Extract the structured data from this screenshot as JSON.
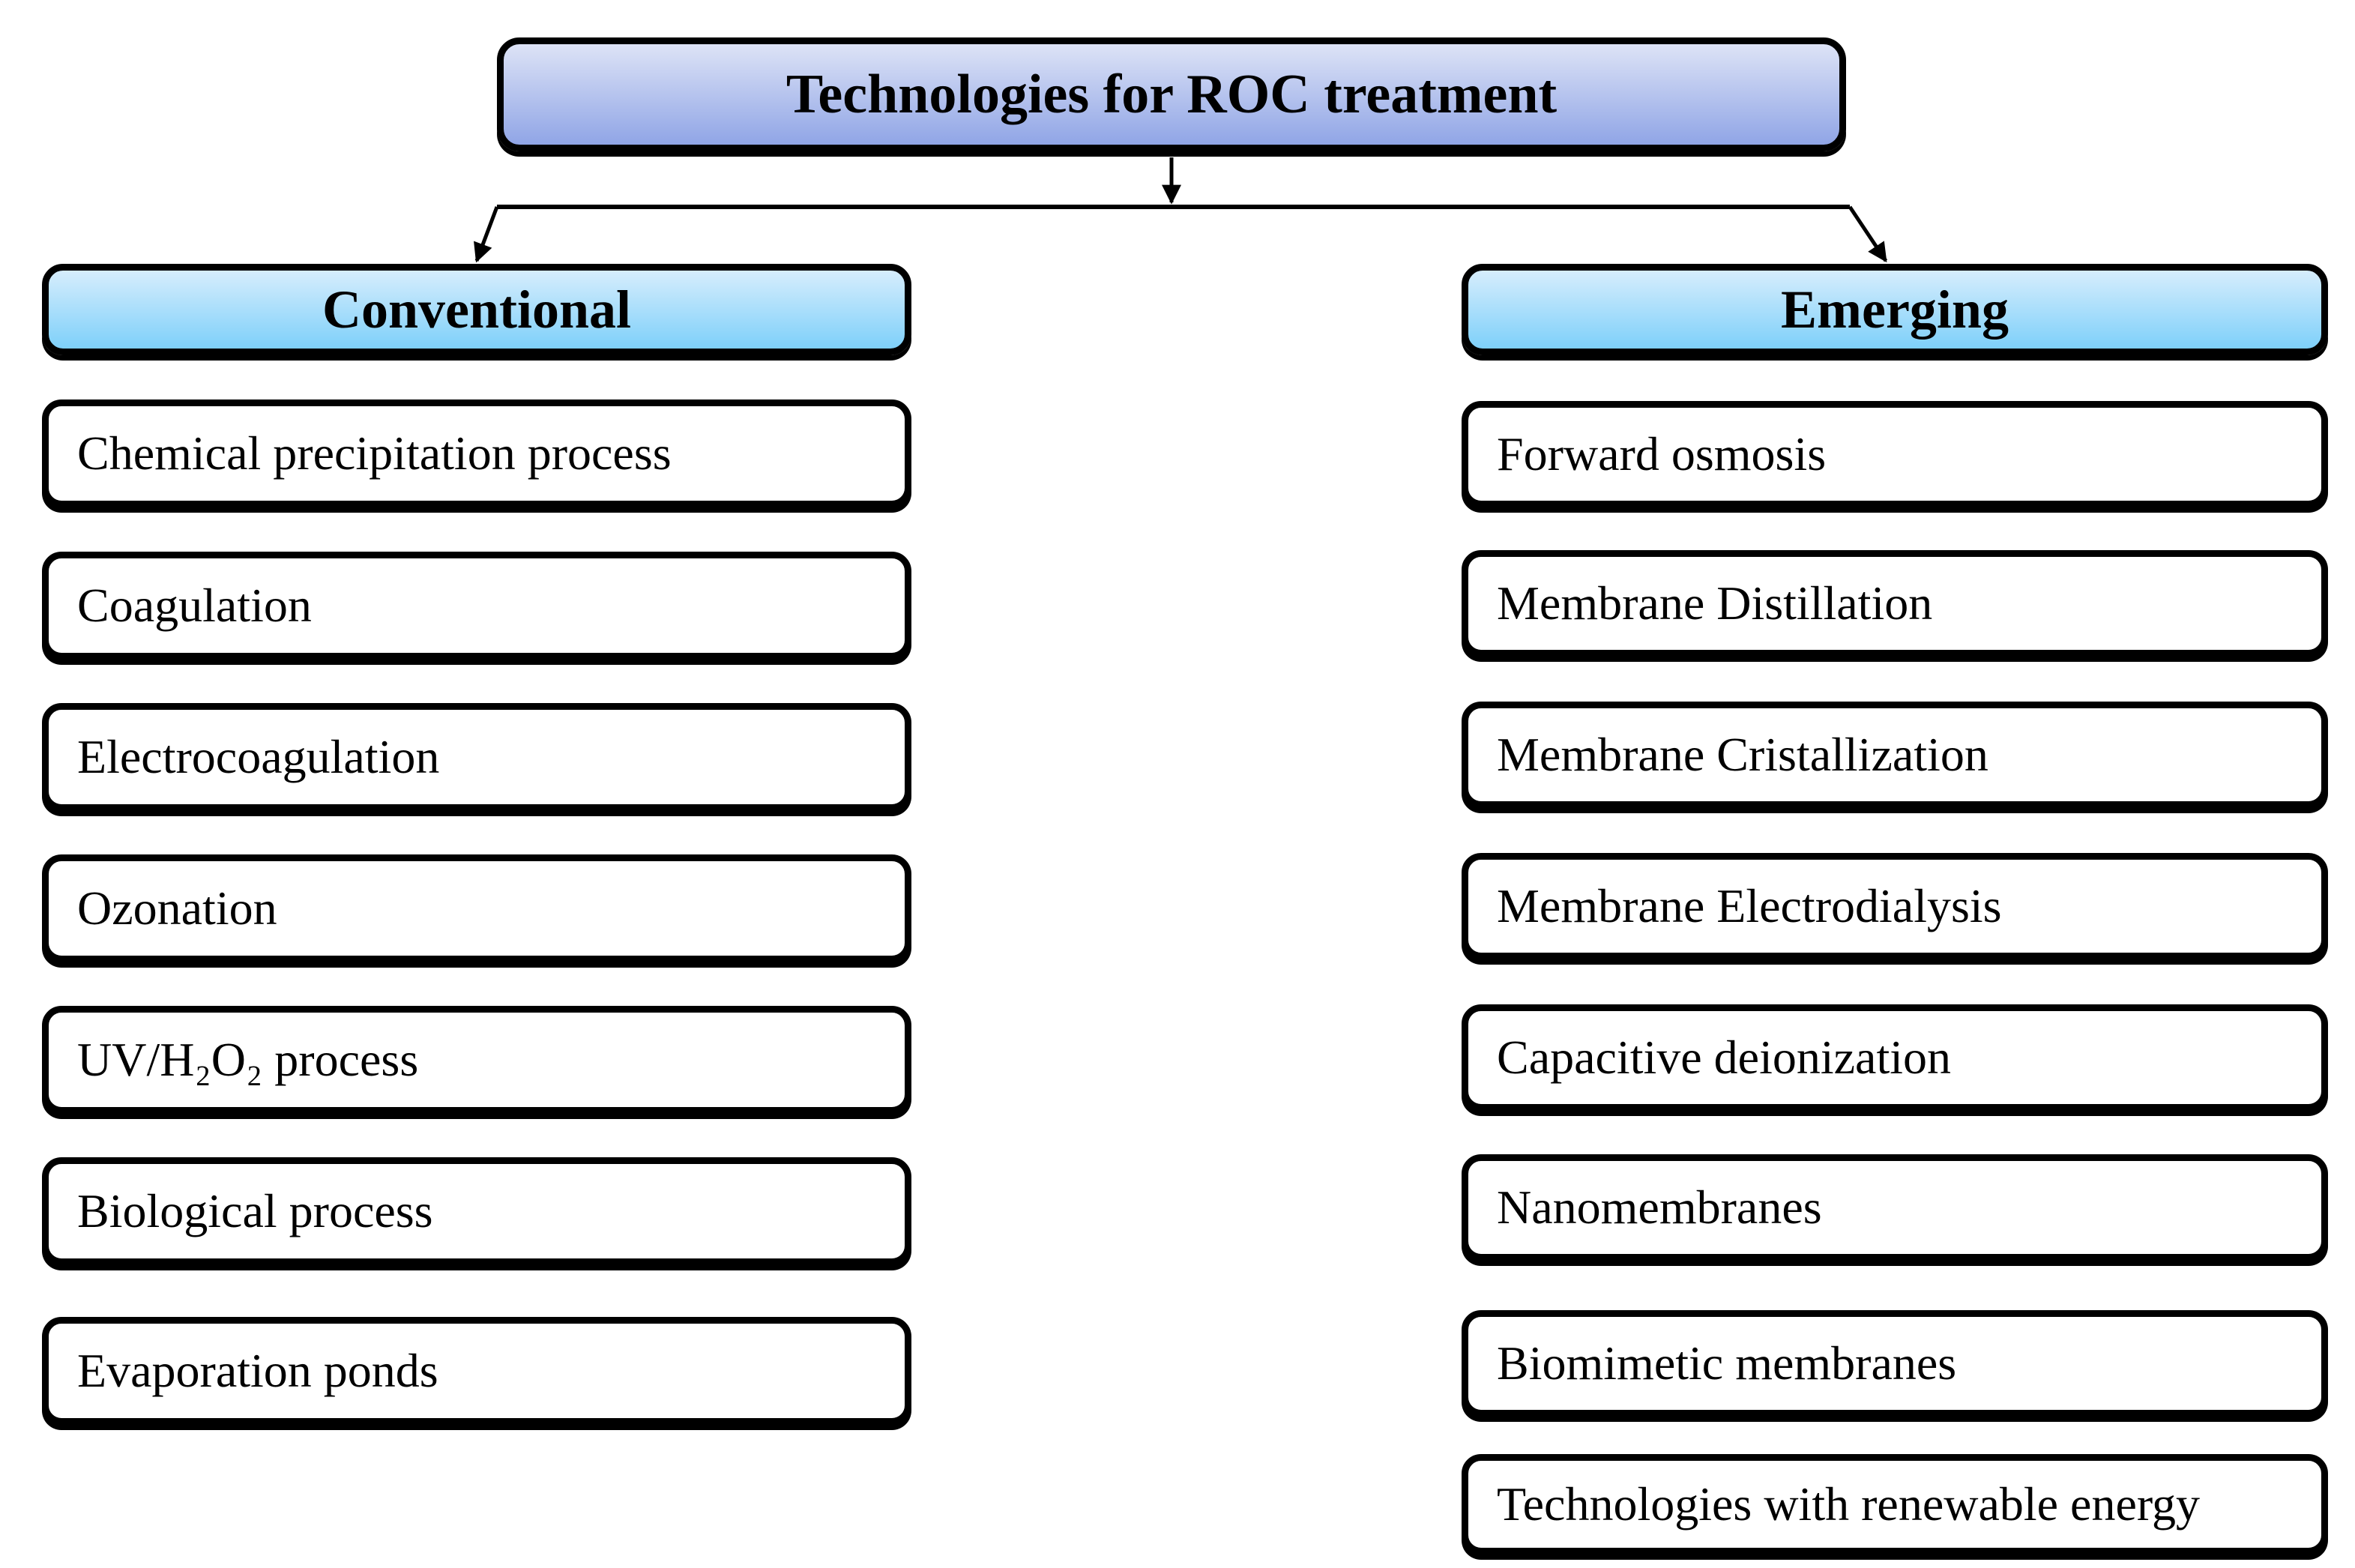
{
  "title": {
    "label": "Technologies for ROC treatment"
  },
  "columns": {
    "left": {
      "header": "Conventional",
      "items": [
        "Chemical precipitation process",
        "Coagulation",
        "Electrocoagulation",
        "Ozonation",
        "UV/H₂O₂ process",
        "Biological process",
        "Evaporation ponds"
      ]
    },
    "right": {
      "header": "Emerging",
      "items": [
        "Forward osmosis",
        "Membrane Distillation",
        "Membrane Cristallization",
        "Membrane Electrodialysis",
        "Capacitive deionization",
        "Nanomembranes",
        "Biomimetic membranes",
        "Technologies with renewable energy"
      ]
    }
  },
  "colors": {
    "border": "#000000",
    "item_background": "#ffffff",
    "title_gradient_top": "#dde3f6",
    "title_gradient_bottom": "#90a5e6",
    "header_gradient_top": "#d6edfc",
    "header_gradient_bottom": "#7ed0fa",
    "line_color": "#000000"
  }
}
